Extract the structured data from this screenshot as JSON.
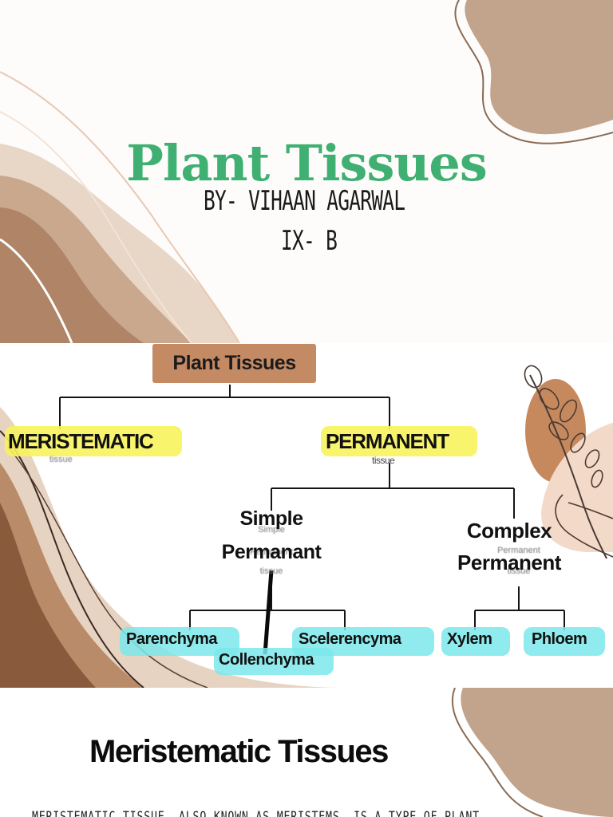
{
  "slide1": {
    "title": "Plant Tissues",
    "byline": "BY- VIHAAN AGARWAL",
    "class_line": "IX- B"
  },
  "slide2": {
    "root": "Plant Tissues",
    "meristematic": "MERISTEMATIC",
    "permanent": "PERMANENT",
    "permanent_sub": "tissue",
    "simple_line1": "Simple",
    "simple_line2": "Permanant",
    "simple_ghost1": "Simple",
    "simple_ghost2": "Permanent",
    "simple_ghost3": "tissue",
    "complex_line1": "Complex",
    "complex_line2": "Permanent",
    "complex_ghost1": "Permanent",
    "complex_ghost2": "tissue",
    "mer_ghost": "tissue",
    "leaves": {
      "parenchyma": "Parenchyma",
      "collenchyma": "Collenchyma",
      "sclerenchyma": "Scelerencyma",
      "xylem": "Xylem",
      "phloem": "Phloem"
    },
    "colors": {
      "root_box": "#c48a64",
      "highlight_yellow": "#f7f35c",
      "highlight_cyan": "#7be8ea"
    }
  },
  "slide3": {
    "title": "Meristematic Tissues",
    "body_start": "MERISTEMATIC TISSUE, ALSO KNOWN AS MERISTEMS, IS A TYPE OF PLANT"
  },
  "theme": {
    "title_green": "#3fb072",
    "blob_brown": "#c2a38c",
    "blob_dark": "#8a5a3c"
  }
}
